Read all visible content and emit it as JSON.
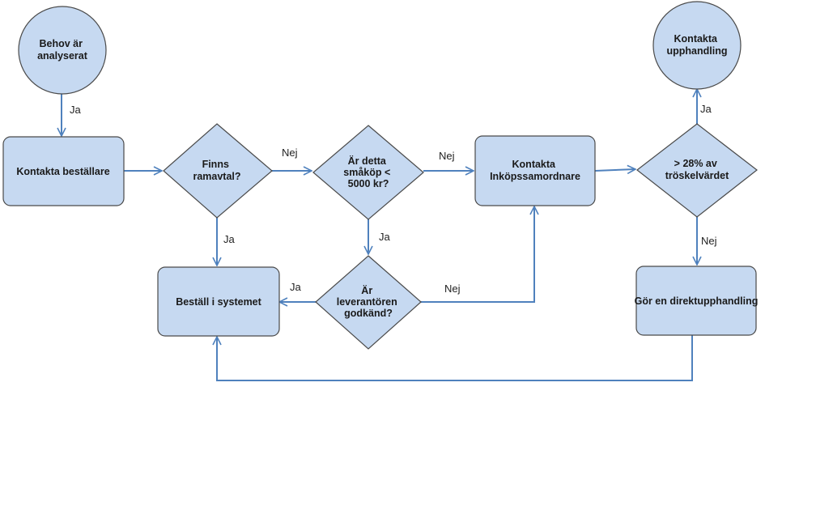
{
  "colors": {
    "fill": "#c6d9f1",
    "stroke": "#4a4a4a",
    "arrow": "#4f81bd"
  },
  "nodes": {
    "start": {
      "lines": [
        "Behov är",
        "analyserat"
      ]
    },
    "contact_orderer": {
      "lines": [
        "Kontakta beställare"
      ]
    },
    "framework_q": {
      "lines": [
        "Finns",
        "ramavtal?"
      ]
    },
    "small_purchase_q": {
      "lines": [
        "Är detta",
        "småköp <",
        "5000 kr?"
      ]
    },
    "contact_coordinator": {
      "lines": [
        "Kontakta",
        "Inköpssamordnare"
      ]
    },
    "threshold_q": {
      "lines": [
        "> 28% av",
        "tröskelvärdet"
      ]
    },
    "contact_procurement": {
      "lines": [
        "Kontakta",
        "upphandling"
      ]
    },
    "order_in_system": {
      "lines": [
        "Beställ i systemet"
      ]
    },
    "supplier_q": {
      "lines": [
        "Är",
        "leverantören",
        "godkänd?"
      ]
    },
    "direct_procurement": {
      "lines": [
        "Gör en direktupphandling"
      ]
    }
  },
  "edges": {
    "start_to_contact": "Ja",
    "framework_no": "Nej",
    "small_no": "Nej",
    "threshold_yes": "Ja",
    "framework_yes": "Ja",
    "small_yes": "Ja",
    "supplier_yes": "Ja",
    "supplier_no": "Nej",
    "threshold_no": "Nej"
  }
}
